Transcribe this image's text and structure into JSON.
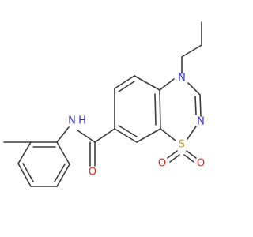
{
  "colors": {
    "bond": "#3c3c3c",
    "carbon": "#3c3c3c",
    "nitrogen": "#3333cc",
    "oxygen": "#e8231d",
    "sulfur": "#c8a818",
    "background": "#ffffff"
  },
  "atoms": {
    "N4": {
      "text": "N",
      "element": "nitrogen"
    },
    "N2": {
      "text": "N",
      "element": "nitrogen"
    },
    "S1": {
      "text": "S",
      "element": "sulfur"
    },
    "O_s1": {
      "text": "O",
      "element": "oxygen"
    },
    "O_s2": {
      "text": "O",
      "element": "oxygen"
    },
    "O_amide": {
      "text": "O",
      "element": "oxygen"
    },
    "NH_N": {
      "text": "N",
      "element": "nitrogen"
    },
    "NH_H": {
      "text": "H",
      "element": "nitrogen"
    }
  }
}
